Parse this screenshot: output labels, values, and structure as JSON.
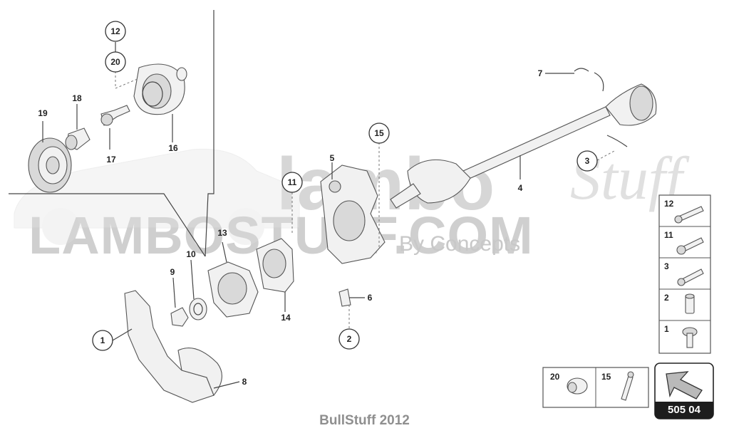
{
  "watermark": {
    "main": "LAMBOSTUFF.COM",
    "logo": "lambo",
    "script": "Stuff",
    "sub": "By Concepts"
  },
  "footer": "BullStuff 2012",
  "page_label": "505 04",
  "callouts": {
    "c1": "1",
    "c2": "2",
    "c3": "3",
    "c4": "4",
    "c5": "5",
    "c6": "6",
    "c7": "7",
    "c8": "8",
    "c9": "9",
    "c10": "10",
    "c11": "11",
    "c12": "12",
    "c13": "13",
    "c14": "14",
    "c15": "15",
    "c16": "16",
    "c17": "17",
    "c18": "18",
    "c19": "19",
    "c20": "20"
  },
  "legend": {
    "l12": "12",
    "l11": "11",
    "l3": "3",
    "l2": "2",
    "l1": "1",
    "l20": "20",
    "l15": "15"
  },
  "icons": {
    "next_page": "arrow-up-left-icon"
  }
}
